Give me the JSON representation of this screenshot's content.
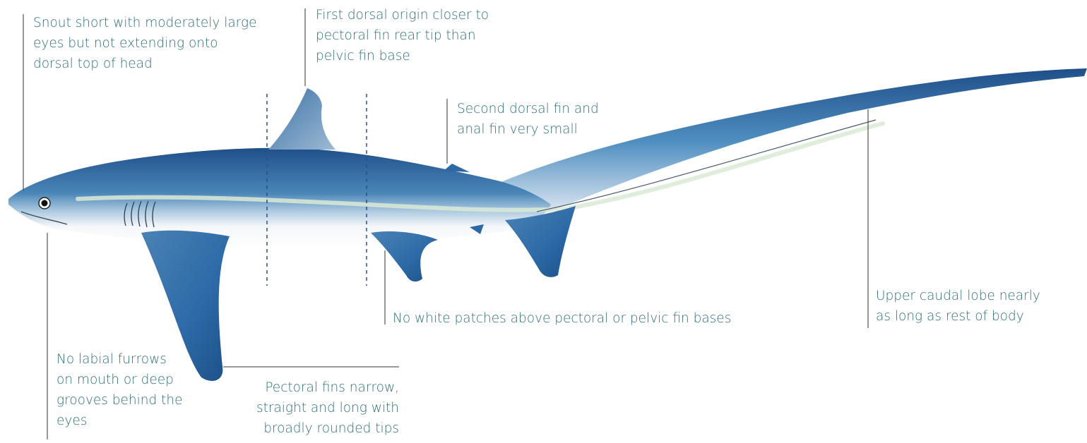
{
  "figure": {
    "subject": "thresher shark illustration",
    "colors": {
      "body_dark": "#1f4f8a",
      "body_mid": "#4a86b8",
      "belly": "#f5f7fa",
      "lateral_stripe": "#dbe9d6",
      "fin": "#2c69a6",
      "annotation_text": "#2f6f7a",
      "leader_line": "#333333",
      "guide_line": "#2a4f8a"
    }
  },
  "annotations": {
    "snout": [
      "Snout short with moderately large",
      "eyes but not extending onto",
      "dorsal top of head"
    ],
    "first_dorsal": [
      "First dorsal origin closer to",
      "pectoral fin rear tip than",
      "pelvic fin base"
    ],
    "second_dorsal": [
      "Second dorsal fin and",
      "anal fin very small"
    ],
    "white_patches": [
      "No white patches above pectoral or pelvic fin bases"
    ],
    "caudal": [
      "Upper caudal lobe nearly",
      "as long as rest of body"
    ],
    "labial": [
      "No labial furrows",
      "on mouth or deep",
      "grooves behind the",
      "eyes"
    ],
    "pectoral": [
      "Pectoral fins narrow,",
      "straight and long with",
      "broadly rounded tips"
    ]
  }
}
